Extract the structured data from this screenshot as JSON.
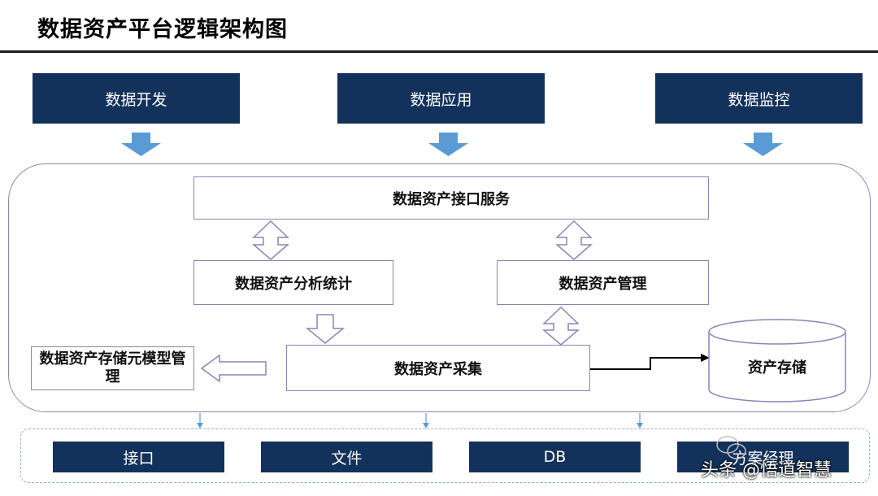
{
  "title": "数据资产平台逻辑架构图",
  "top_boxes": [
    "数据开发",
    "数据应用",
    "数据监控"
  ],
  "platform": {
    "interface_service": "数据资产接口服务",
    "analysis": "数据资产分析统计",
    "management": "数据资产管理",
    "meta_model": "数据资产存储元模型管理",
    "collection": "数据资产采集",
    "storage": "资产存储"
  },
  "bottom_boxes": [
    "接口",
    "文件",
    "DB",
    "方案经理"
  ],
  "watermark": "头条 @悟道智慧",
  "colors": {
    "navy": "#13325b",
    "arrow_blue": "#5b9bd5",
    "box_border": "#8e84b4",
    "dashed_border": "#8fb2d8"
  }
}
